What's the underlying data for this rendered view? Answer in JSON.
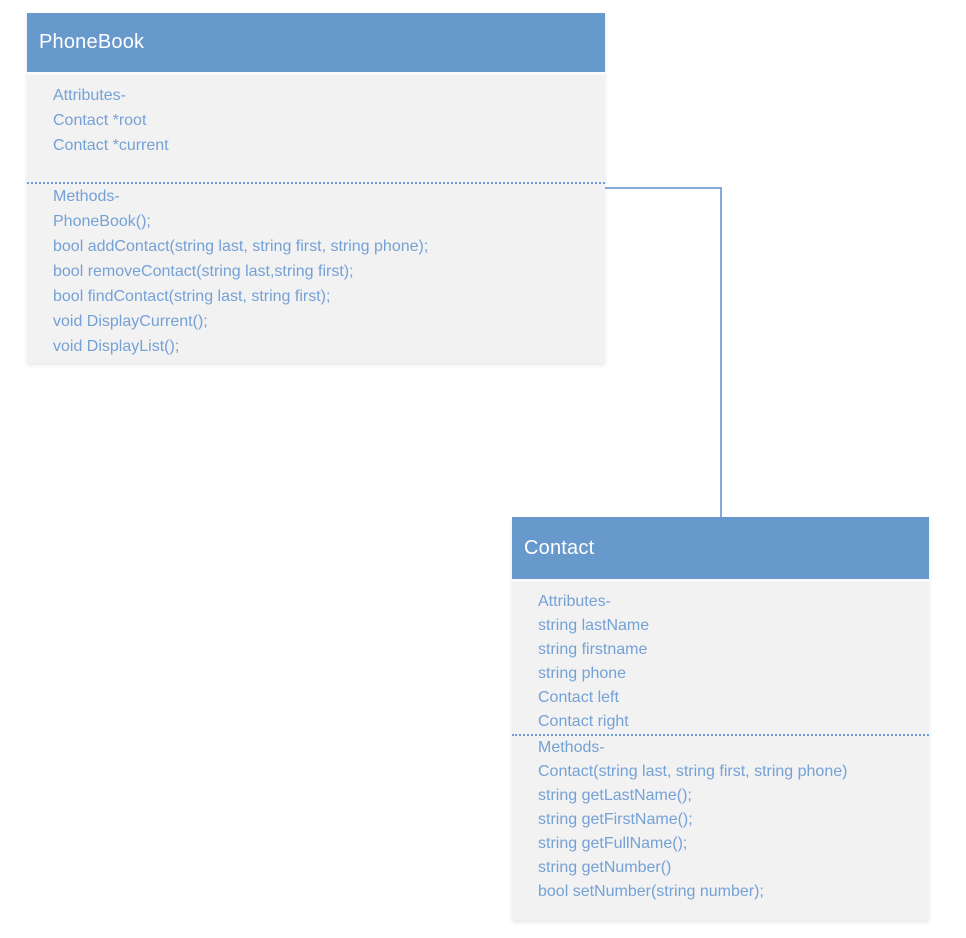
{
  "colors": {
    "header_blue": "#6899cd",
    "body_gray": "#f2f2f2",
    "text_blue": "#74a1d6",
    "title_white": "#ffffff",
    "divider_blue": "#6f9fd8",
    "connector_blue": "#84a9d4"
  },
  "diagram": {
    "classes": [
      {
        "name": "PhoneBook",
        "attributes_label": "Attributes-",
        "attributes": [
          "Contact *root",
          "Contact *current"
        ],
        "methods_label": "Methods-",
        "methods": [
          "PhoneBook();",
          "bool addContact(string last, string first, string phone);",
          "bool removeContact(string last,string first);",
          "bool findContact(string last, string first);",
          "void DisplayCurrent();",
          "void DisplayList();"
        ]
      },
      {
        "name": "Contact",
        "attributes_label": "Attributes-",
        "attributes": [
          "string lastName",
          "string firstname",
          "string phone",
          "Contact left",
          "Contact right"
        ],
        "methods_label": "Methods-",
        "methods": [
          "Contact(string last, string first, string phone)",
          "string getLastName();",
          "string getFirstName();",
          "string getFullName();",
          "string getNumber()",
          "bool setNumber(string number);"
        ]
      }
    ],
    "relationship": {
      "from": "PhoneBook",
      "to": "Contact"
    }
  }
}
